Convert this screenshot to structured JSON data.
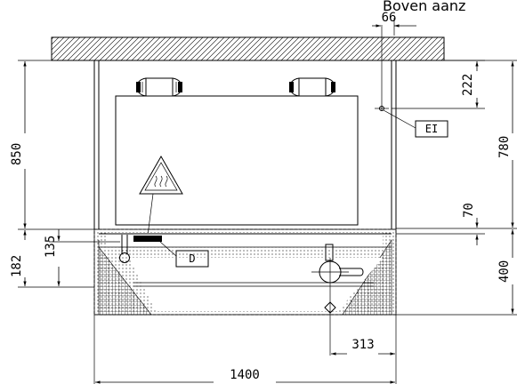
{
  "header": {
    "text": "Boven aanz"
  },
  "labels": {
    "el": "EI",
    "d": "D"
  },
  "dimensions": {
    "d66": "66",
    "d222": "222",
    "d850": "850",
    "d780": "780",
    "d70": "70",
    "d182": "182",
    "d135": "135",
    "d400": "400",
    "d313": "313",
    "d1400": "1400"
  },
  "icons": {
    "warning": "hot-surface-warning-icon"
  }
}
